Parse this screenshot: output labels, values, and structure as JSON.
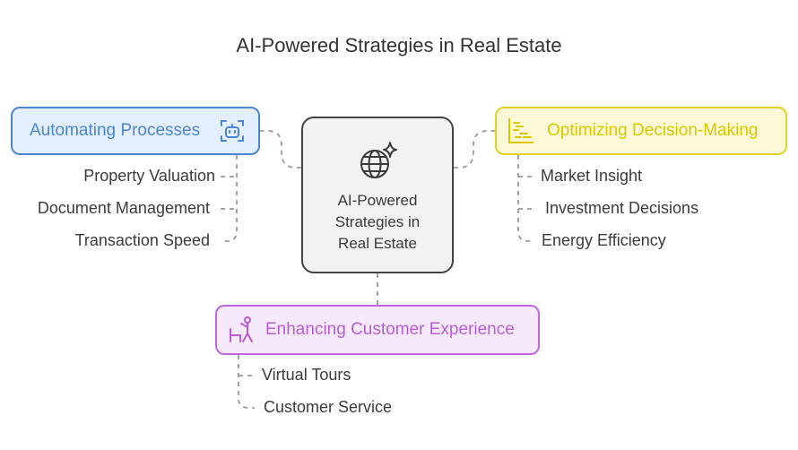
{
  "title": "AI-Powered Strategies in Real Estate",
  "center": {
    "lines": [
      "AI-Powered",
      "Strategies in",
      "Real Estate"
    ],
    "icon": "ai-globe-sparkle-icon"
  },
  "branches": {
    "automating": {
      "label": "Automating Processes",
      "icon": "robot-icon",
      "color": "#4a86d4",
      "items": [
        "Property Valuation",
        "Document Management",
        "Transaction Speed"
      ]
    },
    "optimizing": {
      "label": "Optimizing Decision-Making",
      "icon": "gantt-chart-icon",
      "color": "#e0d22b",
      "items": [
        "Market Insight",
        "Investment Decisions",
        "Energy Efficiency"
      ]
    },
    "enhancing": {
      "label": "Enhancing Customer Experience",
      "icon": "person-desk-icon",
      "color": "#c265de",
      "items": [
        "Virtual Tours",
        "Customer Service"
      ]
    }
  }
}
